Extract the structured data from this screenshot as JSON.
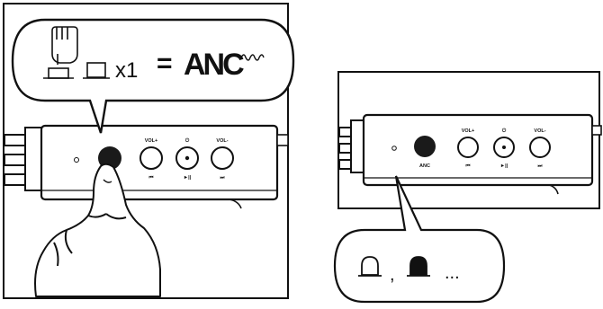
{
  "left_panel": {
    "callout": {
      "press_count": "x1",
      "equals": "=",
      "mode_label": "ANC"
    },
    "button_labels": {
      "vol_plus": "VOL+",
      "power": "⏻",
      "vol_minus": "VOL-",
      "prev": "⏮",
      "play_pause": "►||",
      "next": "⏭"
    }
  },
  "right_panel": {
    "button_labels": {
      "anc": "ANC",
      "vol_plus": "VOL+",
      "power": "⏻",
      "vol_minus": "VOL-",
      "prev": "⏮",
      "play_pause": "►||",
      "next": "⏭"
    },
    "indicator": {
      "separator": ",",
      "ellipsis": "..."
    }
  },
  "icons": {
    "hand": "hand-press-icon",
    "button_up": "button-released-icon",
    "button_down": "button-pressed-icon",
    "led_off": "led-off-icon",
    "led_on": "led-on-icon"
  }
}
